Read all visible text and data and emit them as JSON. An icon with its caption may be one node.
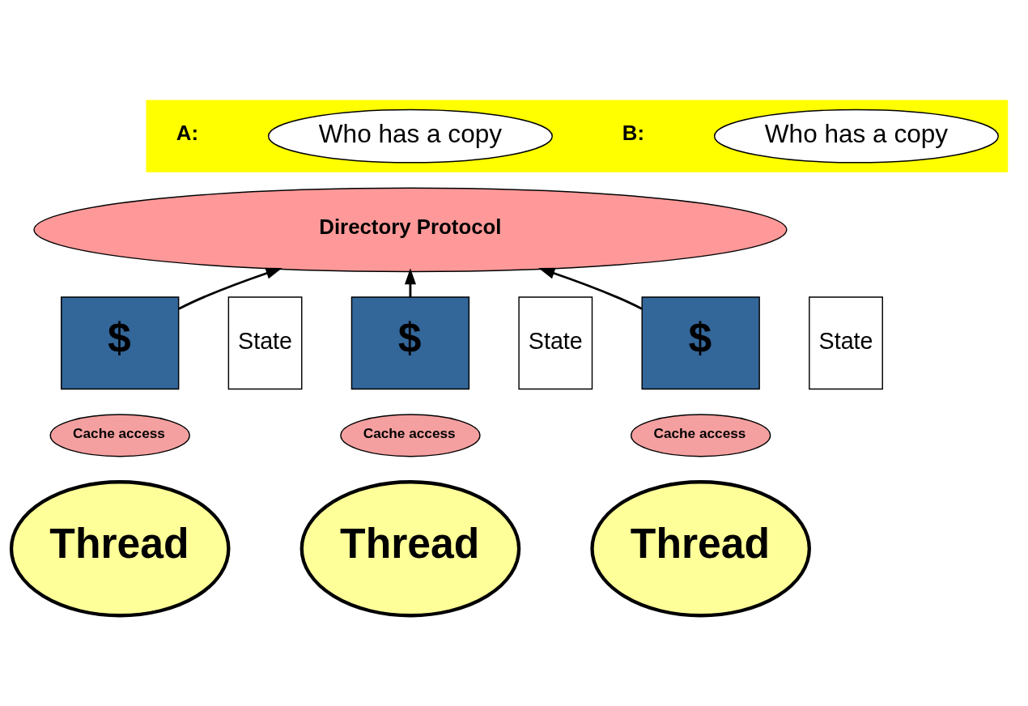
{
  "diagram": {
    "nodes": [
      {
        "text": [],
        "shape": "box"
      },
      {
        "text": [
          "Who has a copy"
        ],
        "in": 0
      },
      {
        "text": [
          "Who has a copy"
        ],
        "in": 0
      },
      {
        "text": [
          "Directory Protocol"
        ]
      },
      {
        "text": [
          "$"
        ]
      },
      {
        "text": [
          "State"
        ]
      },
      {
        "text": [
          "$"
        ]
      },
      {
        "text": [
          "State"
        ]
      },
      {
        "text": [
          "$"
        ]
      },
      {
        "text": [
          "State"
        ]
      },
      {
        "text": [
          "Cache access"
        ]
      },
      {
        "text": [
          "Cache access"
        ]
      },
      {
        "text": [
          "Cache access"
        ]
      },
      {
        "text": [
          "Thread"
        ]
      },
      {
        "text": [
          "Thread"
        ]
      },
      {
        "text": [
          "Thread"
        ]
      }
    ],
    "edges": [
      {
        "from": 4,
        "to": 3,
        "arrow": "to"
      },
      {
        "from": 6,
        "to": 3,
        "arrow": "to"
      },
      {
        "from": 8,
        "to": 3,
        "arrow": "to"
      }
    ],
    "labels": [
      "A:",
      "B:"
    ]
  }
}
